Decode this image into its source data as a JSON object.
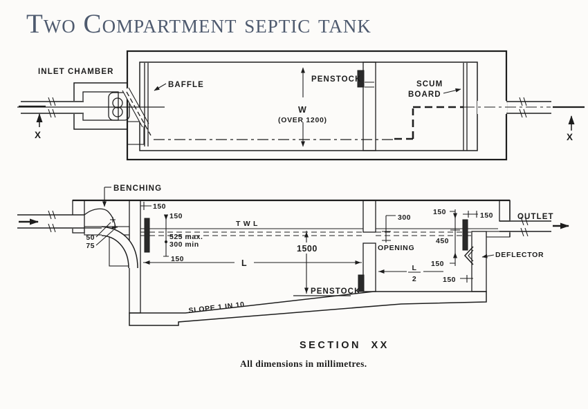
{
  "title": "Two Compartment septic tank",
  "plan_view": {
    "inlet_chamber": "INLET CHAMBER",
    "baffle": "BAFFLE",
    "penstock": "PENSTOCK",
    "width_symbol": "W",
    "width_note": "(OVER 1200)",
    "scum_board_line1": "SCUM",
    "scum_board_line2": "BOARD",
    "section_marker": "X"
  },
  "section_view": {
    "benching": "BENCHING",
    "top_water_level": "T W L",
    "penstock": "PENSTOCK",
    "opening": "OPENING",
    "outlet": "OUTLET",
    "deflector": "DEFLECTOR",
    "slope": "SLOPE 1 IN 10",
    "length_symbol": "L",
    "half_length_numerator": "L",
    "half_length_denominator": "2",
    "caption": "SECTION XX",
    "dims": {
      "d150": "150",
      "d50": "50",
      "d75": "75",
      "d525max": "525 max.",
      "d300min": "300 min",
      "d1500": "1500",
      "d300": "300",
      "d450": "450"
    }
  },
  "footnote": "All dimensions in millimetres."
}
